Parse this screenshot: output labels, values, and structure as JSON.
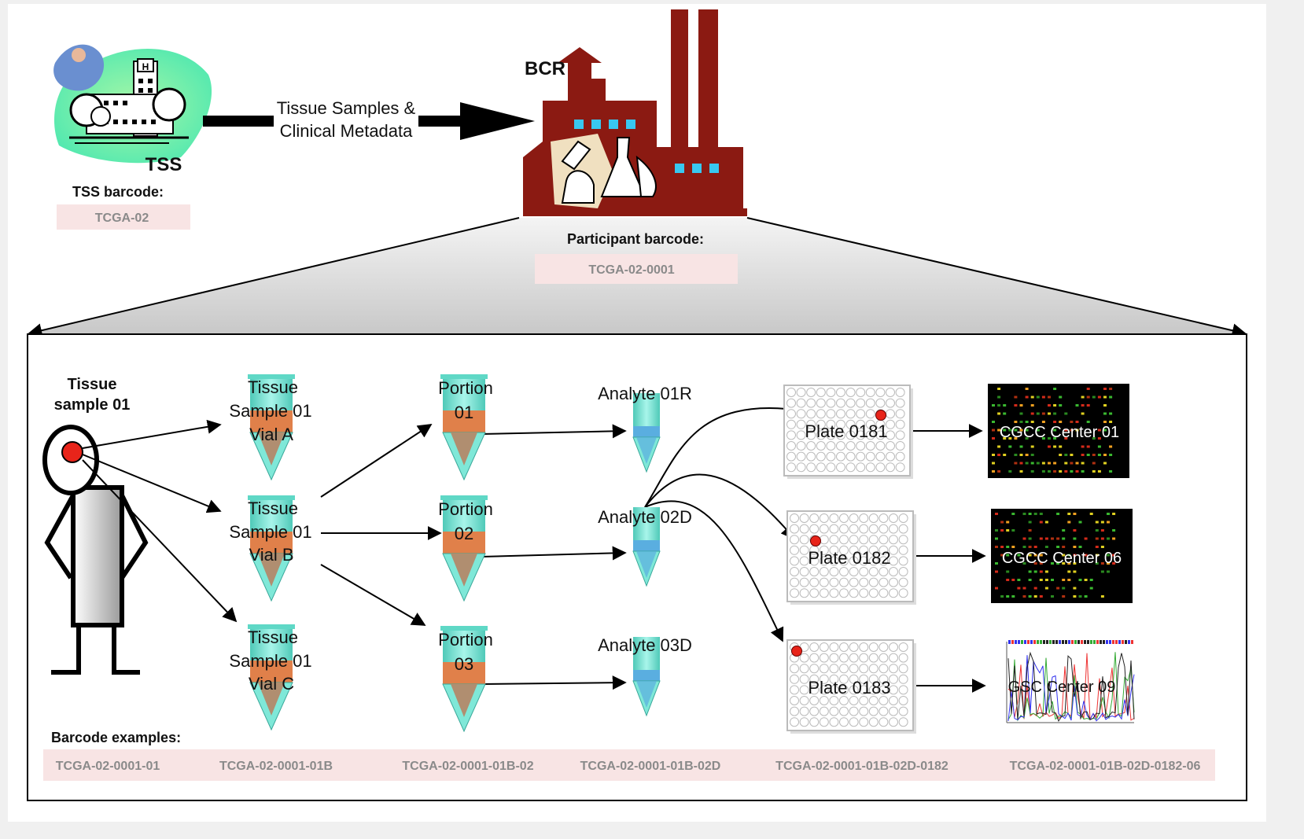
{
  "top": {
    "tss_label": "TSS",
    "arrow_text_line1": "Tissue Samples &",
    "arrow_text_line2": "Clinical Metadata",
    "bcr_label": "BCR",
    "tss_barcode_label": "TSS barcode:",
    "tss_barcode": "TCGA-02",
    "participant_barcode_label": "Participant barcode:",
    "participant_barcode": "TCGA-02-0001"
  },
  "detail": {
    "tissue_sample_line1": "Tissue",
    "tissue_sample_line2": "sample 01",
    "vials": [
      {
        "line1": "Tissue",
        "line2": "Sample 01",
        "line3": "Vial A"
      },
      {
        "line1": "Tissue",
        "line2": "Sample 01",
        "line3": "Vial B"
      },
      {
        "line1": "Tissue",
        "line2": "Sample 01",
        "line3": "Vial C"
      }
    ],
    "portions": [
      {
        "line1": "Portion",
        "line2": "01"
      },
      {
        "line1": "Portion",
        "line2": "02"
      },
      {
        "line1": "Portion",
        "line2": "03"
      }
    ],
    "analytes": [
      "Analyte 01R",
      "Analyte 02D",
      "Analyte 03D"
    ],
    "plates": [
      "Plate 0181",
      "Plate 0182",
      "Plate 0183"
    ],
    "centers": [
      "CGCC Center 01",
      "CGCC Center 06",
      "GSC Center 09"
    ],
    "barcode_examples_label": "Barcode examples:",
    "barcode_examples": [
      "TCGA-02-0001-01",
      "TCGA-02-0001-01B",
      "TCGA-02-0001-01B-02",
      "TCGA-02-0001-01B-02D",
      "TCGA-02-0001-01B-02D-0182",
      "TCGA-02-0001-01B-02D-0182-06"
    ]
  },
  "colors": {
    "factory": "#8b1a12",
    "tube_top": "#7fe8d8",
    "tube_mid": "#e0804a",
    "tube_tip": "#b08e70",
    "analyte_blue": "#5aaee0",
    "highlight_pink": "#f8e4e4",
    "marker_red": "#e8241a"
  }
}
